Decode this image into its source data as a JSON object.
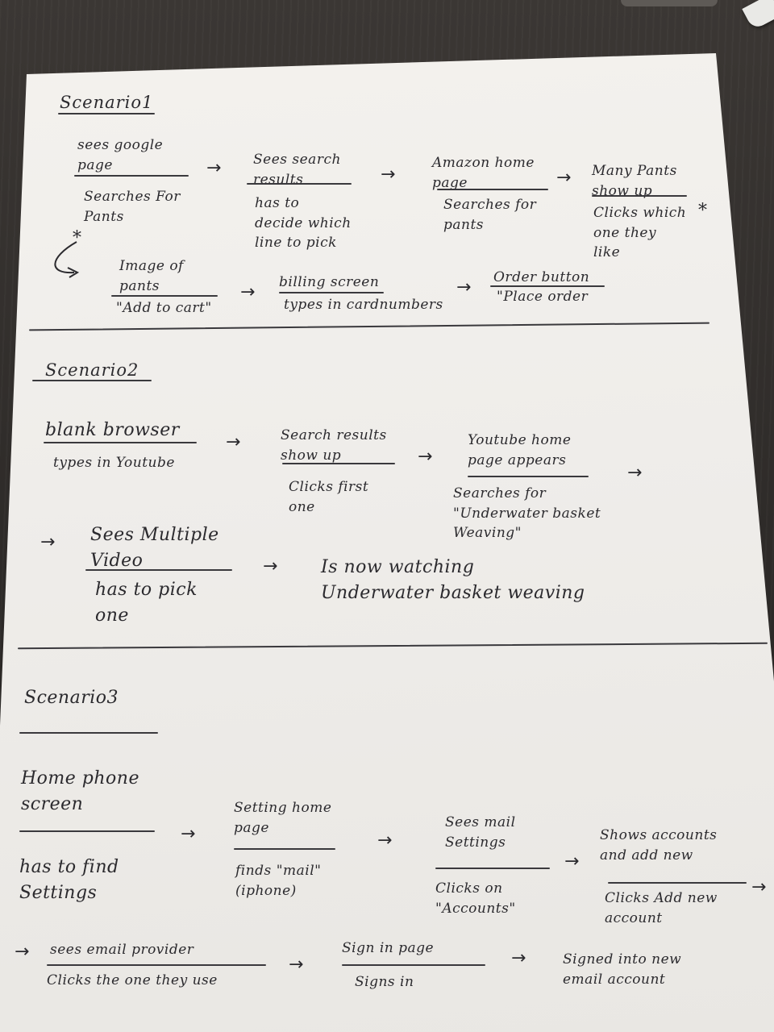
{
  "scenario1": {
    "title": "Scenario1",
    "steps": [
      {
        "screen": "sees google\npage",
        "action": "Searches For\nPants"
      },
      {
        "screen": "Sees search\nresults",
        "action": "has to\ndecide which\nline to pick"
      },
      {
        "screen": "Amazon home\npage",
        "action": "Searches for\npants"
      },
      {
        "screen": "Many Pants\nshow up",
        "action": "Clicks which\none they\nlike"
      },
      {
        "screen": "Image of\npants",
        "action": "\"Add to cart\""
      },
      {
        "screen": "billing screen",
        "action": "types in cardnumbers"
      },
      {
        "screen": "Order button",
        "action": "\"Place order"
      }
    ],
    "marker_1": "*",
    "marker_2": "*"
  },
  "scenario2": {
    "title": "Scenario2",
    "steps": [
      {
        "screen": "blank browser",
        "action": "types in Youtube"
      },
      {
        "screen": "Search results\nshow up",
        "action": "Clicks first\none"
      },
      {
        "screen": "Youtube home\npage appears",
        "action": "Searches for\n\"Underwater basket\nWeaving\""
      },
      {
        "screen": "Sees Multiple\nVideo",
        "action": "has to pick\none"
      },
      {
        "screen": "Is now watching\nUnderwater basket weaving",
        "action": ""
      }
    ]
  },
  "scenario3": {
    "title": "Scenario3",
    "steps": [
      {
        "screen": "Home phone\nscreen",
        "action": "has to find\nSettings"
      },
      {
        "screen": "Setting home\npage",
        "action": "finds \"mail\"\n(iphone)"
      },
      {
        "screen": "Sees mail\nSettings",
        "action": "Clicks on\n\"Accounts\""
      },
      {
        "screen": "Shows accounts\nand add new",
        "action": "Clicks Add new\naccount"
      },
      {
        "screen": "sees email provider",
        "action": "Clicks the one they use"
      },
      {
        "screen": "Sign in page",
        "action": "Signs in"
      },
      {
        "screen": "Signed into new\nemail account",
        "action": ""
      }
    ]
  },
  "arrow_glyph": "→",
  "colors": {
    "ink": "#2b2a2e",
    "paper": "#f1efeb",
    "desk": "#2f2c2a"
  }
}
